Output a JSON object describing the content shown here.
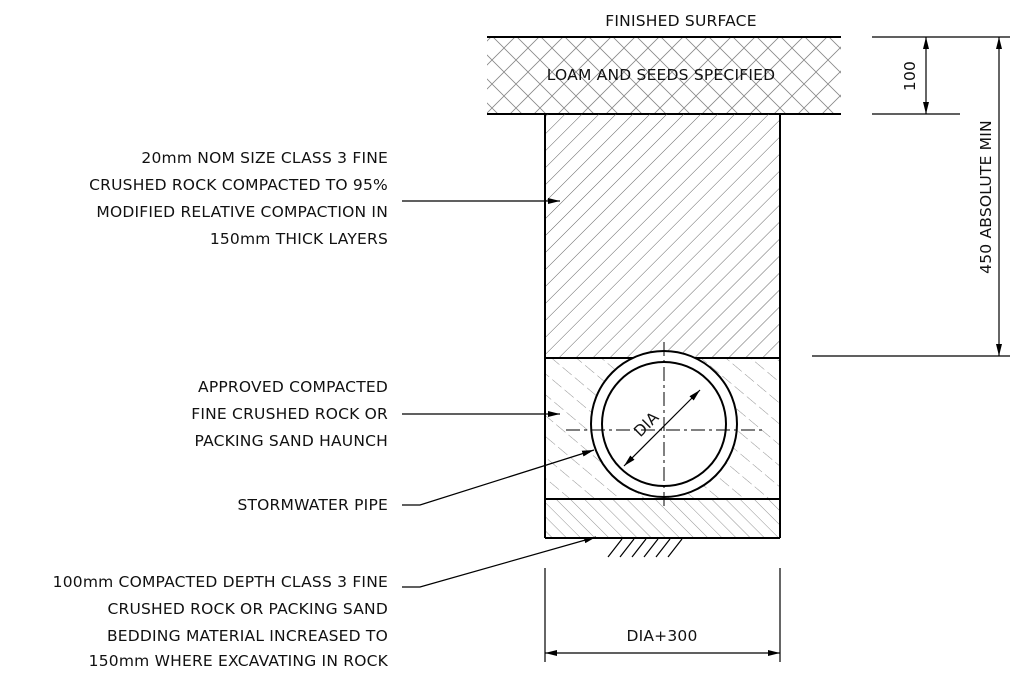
{
  "labels": {
    "finished_surface": "FINISHED SURFACE",
    "loam": "LOAM AND SEEDS SPECIFIED",
    "dim_100": "100",
    "dim_450": "450 ABSOLUTE MIN",
    "backfill": [
      "20mm NOM SIZE CLASS 3 FINE",
      "CRUSHED ROCK COMPACTED TO 95%",
      "MODIFIED RELATIVE COMPACTION IN",
      "150mm THICK LAYERS"
    ],
    "haunch": [
      "APPROVED COMPACTED",
      "FINE CRUSHED ROCK OR",
      "PACKING SAND HAUNCH"
    ],
    "pipe": "STORMWATER PIPE",
    "dia": "DIA",
    "bedding": [
      "100mm COMPACTED DEPTH CLASS 3  FINE",
      "CRUSHED ROCK OR PACKING SAND",
      "BEDDING MATERIAL INCREASED TO",
      "150mm WHERE EXCAVATING IN ROCK"
    ],
    "width": "DIA+300"
  }
}
